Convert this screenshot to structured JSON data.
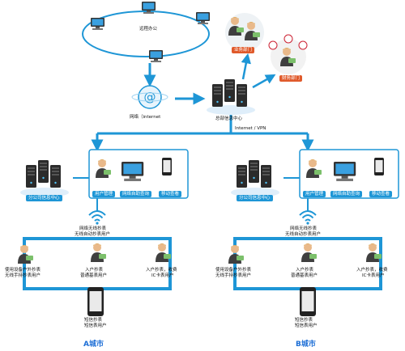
{
  "top": {
    "remote_office": "远程办公",
    "business_dept": "业务部门",
    "finance_dept": "财务部门",
    "internet": "网络（internet",
    "hq_center": "总部信息中心",
    "internet_vpn": "Internet / VPN"
  },
  "branch": {
    "info_center": "分公司信息中心",
    "user_mgmt": "用户管理",
    "auto_billing": "网络自助查询",
    "mobile_query": "移动查看"
  },
  "meters": {
    "wireless": [
      "网络无线抄表",
      "无线自动抄表用户"
    ],
    "handheld": [
      "使用设备户外抄表",
      "无线手持抄表用户"
    ],
    "door": [
      "入户抄表",
      "普通基表用户"
    ],
    "ic": [
      "入户抄表，收费",
      "IC卡表用户"
    ],
    "sms": [
      "短信抄表",
      "短信表用户"
    ]
  },
  "cities": {
    "a": "A城市",
    "b": "B城市"
  },
  "colors": {
    "line": "#1e96d6",
    "tag": "#1e96d6",
    "panel_border": "#1e96d6",
    "server": "#2b2b2b",
    "city_text": "#1e6fd6"
  }
}
